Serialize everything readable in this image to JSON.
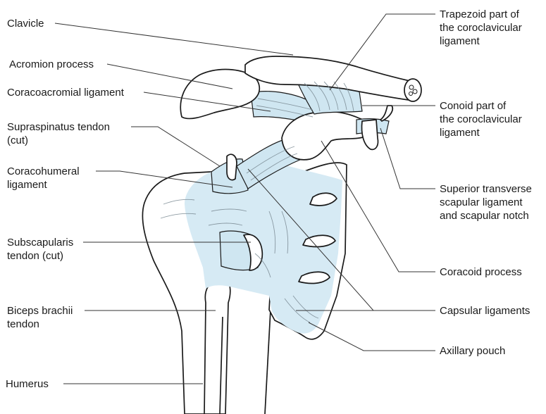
{
  "labels": {
    "clavicle": "Clavicle",
    "acromion_process": "Acromion process",
    "coracoacromial_ligament": "Coracoacromial ligament",
    "supraspinatus_line1": "Supraspinatus tendon",
    "supraspinatus_line2": "(cut)",
    "coracohumeral_line1": "Coracohumeral",
    "coracohumeral_line2": "ligament",
    "subscapularis_line1": "Subscapularis",
    "subscapularis_line2": "tendon (cut)",
    "biceps_line1": "Biceps brachii",
    "biceps_line2": "tendon",
    "humerus": "Humerus",
    "trapezoid_line1": "Trapezoid part of",
    "trapezoid_line2": "the coroclavicular",
    "trapezoid_line3": "ligament",
    "conoid_line1": "Conoid part of",
    "conoid_line2": "the coroclavicular",
    "conoid_line3": "ligament",
    "superior_transverse_line1": "Superior transverse",
    "superior_transverse_line2": "scapular ligament",
    "superior_transverse_line3": "and scapular notch",
    "coracoid_process": "Coracoid process",
    "capsular_ligaments": "Capsular ligaments",
    "axillary_pouch": "Axillary pouch"
  },
  "colors": {
    "ligament_fill": "#cfe6f1",
    "outline": "#1a1a1a"
  }
}
